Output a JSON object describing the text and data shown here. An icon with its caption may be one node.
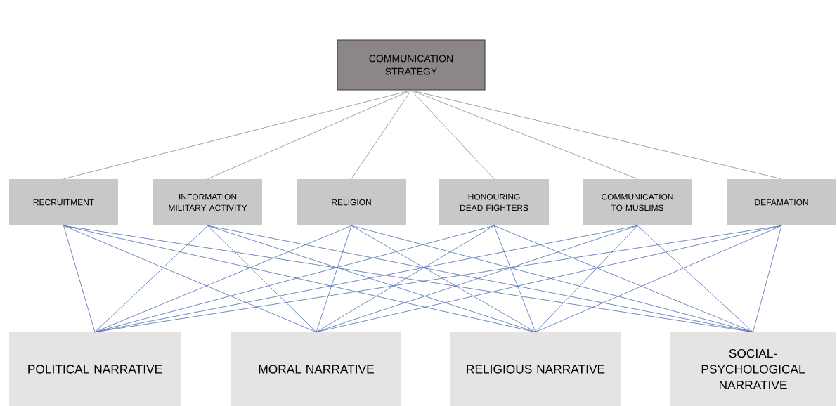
{
  "diagram": {
    "nodes": [
      {
        "text": [
          "COMMUNICATION STRATEGY"
        ]
      },
      {
        "text": [
          "RECRUITMENT"
        ]
      },
      {
        "text": [
          "INFORMATION MILITARY ACTIVITY"
        ]
      },
      {
        "text": [
          "RELIGION"
        ]
      },
      {
        "text": [
          "HONOURING DEAD FIGHTERS"
        ]
      },
      {
        "text": [
          "COMMUNICATION TO MUSLIMS"
        ]
      },
      {
        "text": [
          "DEFAMATION"
        ]
      },
      {
        "text": [
          "POLITICAL NARRATIVE"
        ]
      },
      {
        "text": [
          "MORAL NARRATIVE"
        ]
      },
      {
        "text": [
          "RELIGIOUS NARRATIVE"
        ]
      },
      {
        "text": [
          "SOCIAL-PSYCHOLOGICAL NARRATIVE"
        ]
      }
    ],
    "edges": [
      {
        "from": 0,
        "to": 1,
        "arrow": "none",
        "color": "#8a8a8a"
      },
      {
        "from": 0,
        "to": 2,
        "arrow": "none",
        "color": "#8a8a8a"
      },
      {
        "from": 0,
        "to": 3,
        "arrow": "none",
        "color": "#8a8a8a"
      },
      {
        "from": 0,
        "to": 4,
        "arrow": "none",
        "color": "#8a8a8a"
      },
      {
        "from": 0,
        "to": 5,
        "arrow": "none",
        "color": "#8a8a8a"
      },
      {
        "from": 0,
        "to": 6,
        "arrow": "none",
        "color": "#8a8a8a"
      },
      {
        "from": 1,
        "to": 7,
        "arrow": "none"
      },
      {
        "from": 1,
        "to": 8,
        "arrow": "none"
      },
      {
        "from": 1,
        "to": 9,
        "arrow": "none"
      },
      {
        "from": 1,
        "to": 10,
        "arrow": "none"
      },
      {
        "from": 2,
        "to": 7,
        "arrow": "none"
      },
      {
        "from": 2,
        "to": 8,
        "arrow": "none"
      },
      {
        "from": 2,
        "to": 9,
        "arrow": "none"
      },
      {
        "from": 2,
        "to": 10,
        "arrow": "none"
      },
      {
        "from": 3,
        "to": 7,
        "arrow": "none"
      },
      {
        "from": 3,
        "to": 8,
        "arrow": "none"
      },
      {
        "from": 3,
        "to": 9,
        "arrow": "none"
      },
      {
        "from": 3,
        "to": 10,
        "arrow": "none"
      },
      {
        "from": 4,
        "to": 7,
        "arrow": "none"
      },
      {
        "from": 4,
        "to": 8,
        "arrow": "none"
      },
      {
        "from": 4,
        "to": 9,
        "arrow": "none"
      },
      {
        "from": 4,
        "to": 10,
        "arrow": "none"
      },
      {
        "from": 5,
        "to": 7,
        "arrow": "none"
      },
      {
        "from": 5,
        "to": 8,
        "arrow": "none"
      },
      {
        "from": 5,
        "to": 9,
        "arrow": "none"
      },
      {
        "from": 5,
        "to": 10,
        "arrow": "none"
      },
      {
        "from": 6,
        "to": 7,
        "arrow": "none"
      },
      {
        "from": 6,
        "to": 8,
        "arrow": "none"
      },
      {
        "from": 6,
        "to": 9,
        "arrow": "none"
      },
      {
        "from": 6,
        "to": 10,
        "arrow": "none"
      }
    ]
  }
}
